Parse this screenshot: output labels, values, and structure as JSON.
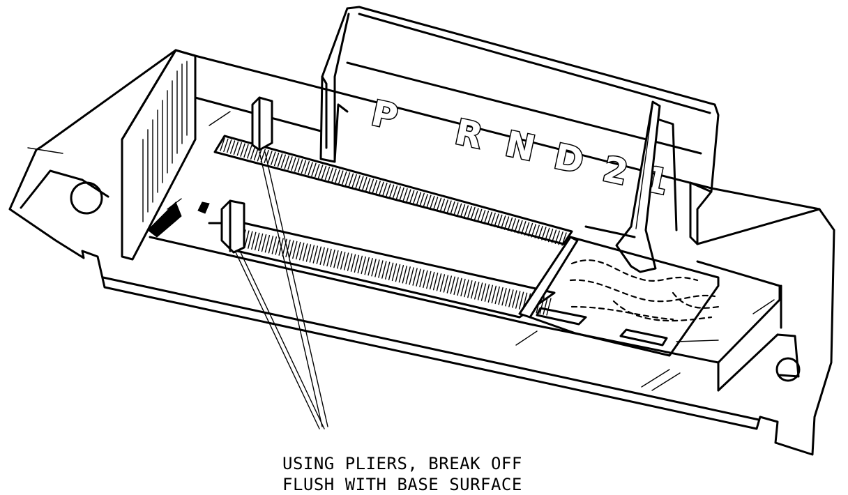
{
  "indicator": {
    "gears": [
      "P",
      "R",
      "N",
      "D",
      "2",
      "1"
    ]
  },
  "callout": {
    "line1": "USING PLIERS, BREAK OFF",
    "line2": "FLUSH WITH BASE SURFACE"
  }
}
